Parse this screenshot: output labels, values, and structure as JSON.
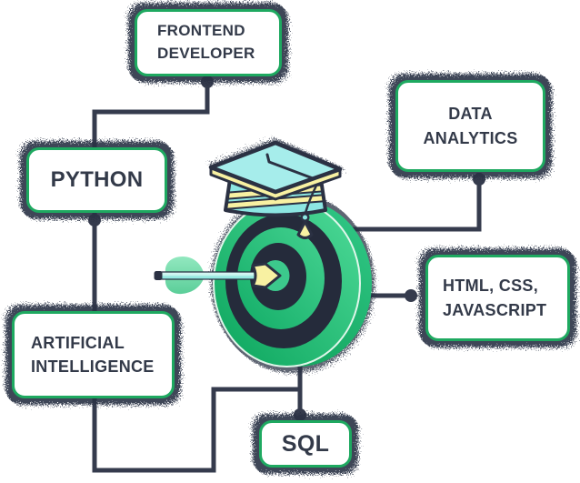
{
  "diagram_title": "career skills target diagram",
  "nodes": {
    "frontend": {
      "label": "FRONTEND\nDEVELOPER"
    },
    "python": {
      "label": "PYTHON"
    },
    "data_analytics": {
      "label": "DATA\nANALYTICS"
    },
    "html_css_js": {
      "label": "HTML, CSS,\nJAVASCRIPT"
    },
    "ai": {
      "label": "ARTIFICIAL\nINTELLIGENCE"
    },
    "sql": {
      "label": "SQL"
    }
  },
  "edges": [
    {
      "from": "frontend",
      "to": "python"
    },
    {
      "from": "python",
      "to": "ai"
    },
    {
      "from": "ai",
      "to": "target"
    },
    {
      "from": "target",
      "to": "sql"
    },
    {
      "from": "data_analytics",
      "to": "target"
    },
    {
      "from": "target",
      "to": "html_css_js"
    }
  ],
  "illustration": {
    "name": "dartboard-graduation-cap-dart",
    "description": "3D green dartboard wearing a teal graduation cap with yellow tassel, pierced by a dart arrow hitting the bullseye"
  },
  "colors": {
    "node_border": "#1ea960",
    "node_background": "#ffffff",
    "text": "#333a49",
    "connector": "#353b4d",
    "grain_halo": "#2c3345",
    "board_green": "#12b168",
    "board_dark": "#252b3b",
    "cap_cyan": "#a6edeb",
    "trim_yellow": "#f8f1a2",
    "dart_teal": "#9debe3",
    "feather_green": "#6fd6a6"
  }
}
